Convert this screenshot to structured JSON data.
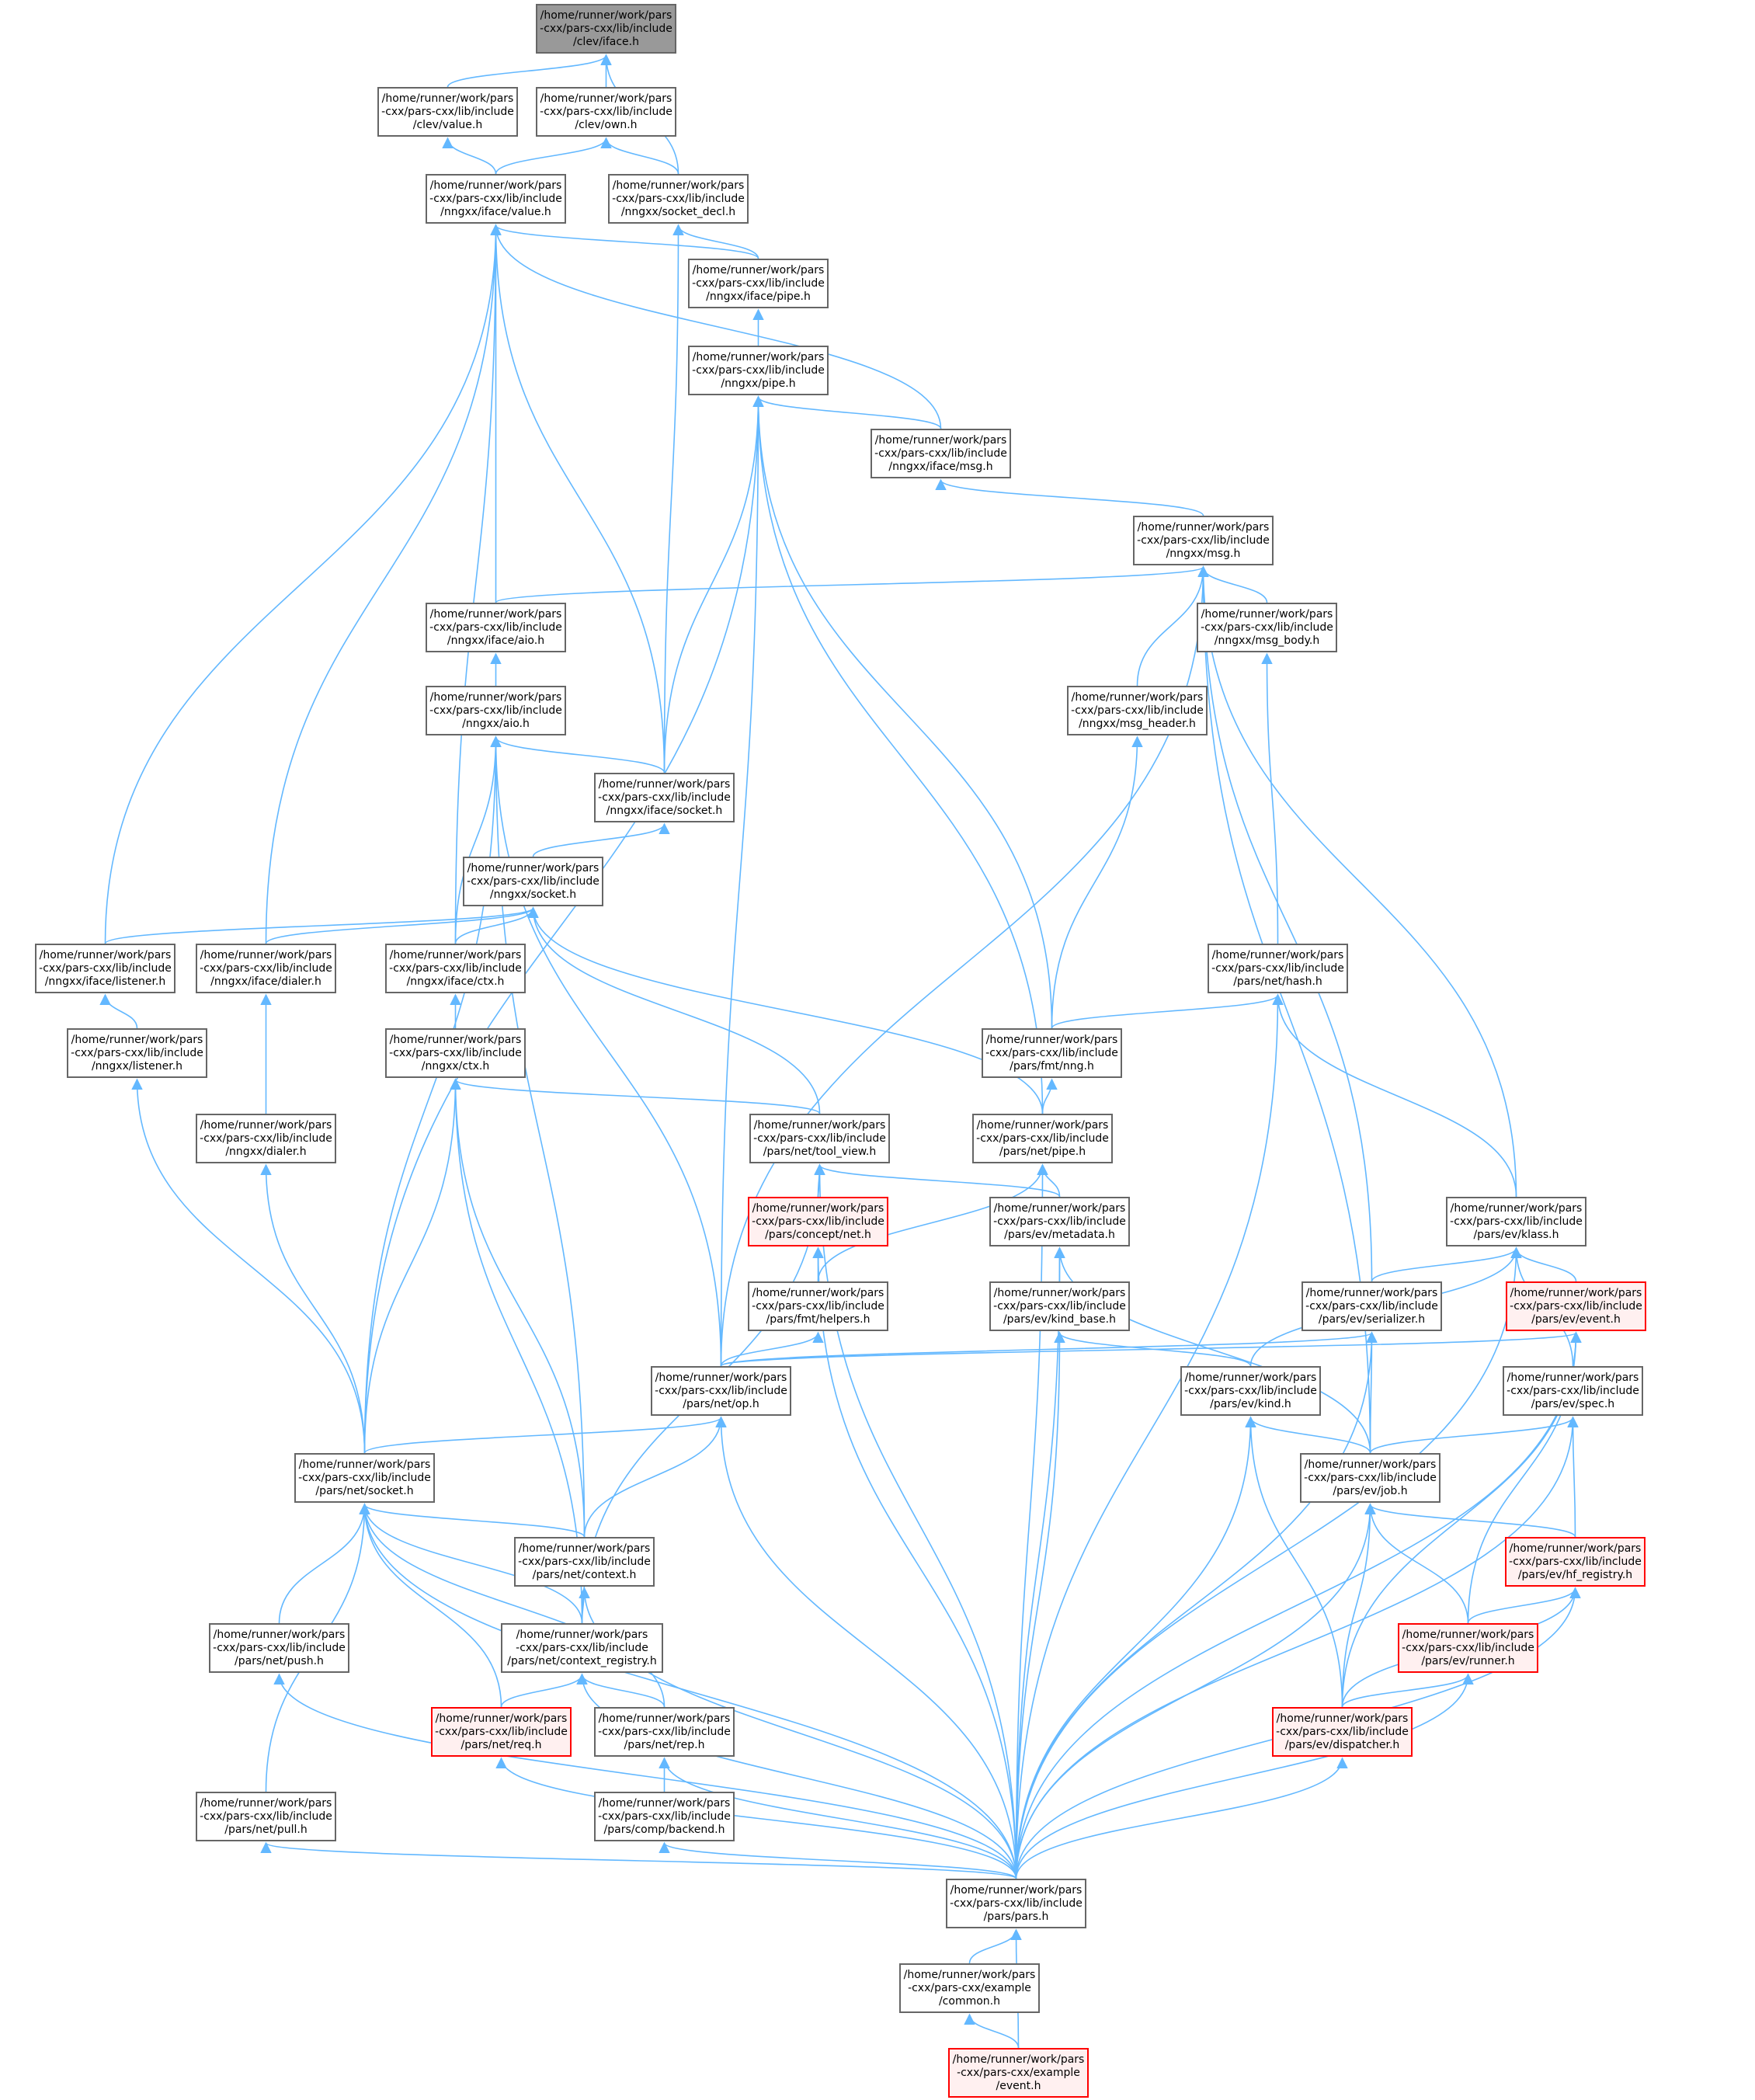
{
  "title": "Include dependency graph (included by)",
  "colors": {
    "edge": "#63b8ff",
    "node_border": "#666666",
    "root_fill": "#999999",
    "red_border": "#ff0000",
    "red_fill": "#fff0f0"
  },
  "nodes": [
    {
      "id": "clev_iface",
      "label": "/home/runner/work/pars\n-cxx/pars-cxx/lib/include\n/clev/iface.h",
      "style": "root"
    },
    {
      "id": "clev_value",
      "label": "/home/runner/work/pars\n-cxx/pars-cxx/lib/include\n/clev/value.h",
      "style": "normal"
    },
    {
      "id": "clev_own",
      "label": "/home/runner/work/pars\n-cxx/pars-cxx/lib/include\n/clev/own.h",
      "style": "normal"
    },
    {
      "id": "nngxx_iface_value",
      "label": "/home/runner/work/pars\n-cxx/pars-cxx/lib/include\n/nngxx/iface/value.h",
      "style": "normal"
    },
    {
      "id": "nngxx_socket_decl",
      "label": "/home/runner/work/pars\n-cxx/pars-cxx/lib/include\n/nngxx/socket_decl.h",
      "style": "normal"
    },
    {
      "id": "nngxx_iface_pipe",
      "label": "/home/runner/work/pars\n-cxx/pars-cxx/lib/include\n/nngxx/iface/pipe.h",
      "style": "normal"
    },
    {
      "id": "nngxx_pipe",
      "label": "/home/runner/work/pars\n-cxx/pars-cxx/lib/include\n/nngxx/pipe.h",
      "style": "normal"
    },
    {
      "id": "nngxx_iface_msg",
      "label": "/home/runner/work/pars\n-cxx/pars-cxx/lib/include\n/nngxx/iface/msg.h",
      "style": "normal"
    },
    {
      "id": "nngxx_msg",
      "label": "/home/runner/work/pars\n-cxx/pars-cxx/lib/include\n/nngxx/msg.h",
      "style": "normal"
    },
    {
      "id": "nngxx_iface_aio",
      "label": "/home/runner/work/pars\n-cxx/pars-cxx/lib/include\n/nngxx/iface/aio.h",
      "style": "normal"
    },
    {
      "id": "nngxx_msg_body",
      "label": "/home/runner/work/pars\n-cxx/pars-cxx/lib/include\n/nngxx/msg_body.h",
      "style": "normal"
    },
    {
      "id": "nngxx_aio",
      "label": "/home/runner/work/pars\n-cxx/pars-cxx/lib/include\n/nngxx/aio.h",
      "style": "normal"
    },
    {
      "id": "nngxx_msg_header",
      "label": "/home/runner/work/pars\n-cxx/pars-cxx/lib/include\n/nngxx/msg_header.h",
      "style": "normal"
    },
    {
      "id": "nngxx_iface_socket",
      "label": "/home/runner/work/pars\n-cxx/pars-cxx/lib/include\n/nngxx/iface/socket.h",
      "style": "normal"
    },
    {
      "id": "nngxx_socket",
      "label": "/home/runner/work/pars\n-cxx/pars-cxx/lib/include\n/nngxx/socket.h",
      "style": "normal"
    },
    {
      "id": "nngxx_iface_listener",
      "label": "/home/runner/work/pars\n-cxx/pars-cxx/lib/include\n/nngxx/iface/listener.h",
      "style": "normal"
    },
    {
      "id": "nngxx_iface_dialer",
      "label": "/home/runner/work/pars\n-cxx/pars-cxx/lib/include\n/nngxx/iface/dialer.h",
      "style": "normal"
    },
    {
      "id": "nngxx_iface_ctx",
      "label": "/home/runner/work/pars\n-cxx/pars-cxx/lib/include\n/nngxx/iface/ctx.h",
      "style": "normal"
    },
    {
      "id": "pars_net_hash",
      "label": "/home/runner/work/pars\n-cxx/pars-cxx/lib/include\n/pars/net/hash.h",
      "style": "normal"
    },
    {
      "id": "nngxx_listener",
      "label": "/home/runner/work/pars\n-cxx/pars-cxx/lib/include\n/nngxx/listener.h",
      "style": "normal"
    },
    {
      "id": "nngxx_ctx",
      "label": "/home/runner/work/pars\n-cxx/pars-cxx/lib/include\n/nngxx/ctx.h",
      "style": "normal"
    },
    {
      "id": "pars_fmt_nng",
      "label": "/home/runner/work/pars\n-cxx/pars-cxx/lib/include\n/pars/fmt/nng.h",
      "style": "normal"
    },
    {
      "id": "nngxx_dialer",
      "label": "/home/runner/work/pars\n-cxx/pars-cxx/lib/include\n/nngxx/dialer.h",
      "style": "normal"
    },
    {
      "id": "pars_net_tool_view",
      "label": "/home/runner/work/pars\n-cxx/pars-cxx/lib/include\n/pars/net/tool_view.h",
      "style": "normal"
    },
    {
      "id": "pars_net_pipe",
      "label": "/home/runner/work/pars\n-cxx/pars-cxx/lib/include\n/pars/net/pipe.h",
      "style": "normal"
    },
    {
      "id": "pars_concept_net",
      "label": "/home/runner/work/pars\n-cxx/pars-cxx/lib/include\n/pars/concept/net.h",
      "style": "red"
    },
    {
      "id": "pars_ev_metadata",
      "label": "/home/runner/work/pars\n-cxx/pars-cxx/lib/include\n/pars/ev/metadata.h",
      "style": "normal"
    },
    {
      "id": "pars_ev_klass",
      "label": "/home/runner/work/pars\n-cxx/pars-cxx/lib/include\n/pars/ev/klass.h",
      "style": "normal"
    },
    {
      "id": "pars_fmt_helpers",
      "label": "/home/runner/work/pars\n-cxx/pars-cxx/lib/include\n/pars/fmt/helpers.h",
      "style": "normal"
    },
    {
      "id": "pars_ev_kind_base",
      "label": "/home/runner/work/pars\n-cxx/pars-cxx/lib/include\n/pars/ev/kind_base.h",
      "style": "normal"
    },
    {
      "id": "pars_ev_serializer",
      "label": "/home/runner/work/pars\n-cxx/pars-cxx/lib/include\n/pars/ev/serializer.h",
      "style": "normal"
    },
    {
      "id": "pars_ev_event",
      "label": "/home/runner/work/pars\n-cxx/pars-cxx/lib/include\n/pars/ev/event.h",
      "style": "red"
    },
    {
      "id": "pars_net_op",
      "label": "/home/runner/work/pars\n-cxx/pars-cxx/lib/include\n/pars/net/op.h",
      "style": "normal"
    },
    {
      "id": "pars_ev_kind",
      "label": "/home/runner/work/pars\n-cxx/pars-cxx/lib/include\n/pars/ev/kind.h",
      "style": "normal"
    },
    {
      "id": "pars_ev_spec",
      "label": "/home/runner/work/pars\n-cxx/pars-cxx/lib/include\n/pars/ev/spec.h",
      "style": "normal"
    },
    {
      "id": "pars_net_socket",
      "label": "/home/runner/work/pars\n-cxx/pars-cxx/lib/include\n/pars/net/socket.h",
      "style": "normal"
    },
    {
      "id": "pars_ev_job",
      "label": "/home/runner/work/pars\n-cxx/pars-cxx/lib/include\n/pars/ev/job.h",
      "style": "normal"
    },
    {
      "id": "pars_net_context",
      "label": "/home/runner/work/pars\n-cxx/pars-cxx/lib/include\n/pars/net/context.h",
      "style": "normal"
    },
    {
      "id": "pars_ev_hf_registry",
      "label": "/home/runner/work/pars\n-cxx/pars-cxx/lib/include\n/pars/ev/hf_registry.h",
      "style": "red"
    },
    {
      "id": "pars_net_push",
      "label": "/home/runner/work/pars\n-cxx/pars-cxx/lib/include\n/pars/net/push.h",
      "style": "normal"
    },
    {
      "id": "pars_net_context_registry",
      "label": "/home/runner/work/pars\n-cxx/pars-cxx/lib/include\n/pars/net/context_registry.h",
      "style": "wide"
    },
    {
      "id": "pars_ev_runner",
      "label": "/home/runner/work/pars\n-cxx/pars-cxx/lib/include\n/pars/ev/runner.h",
      "style": "red"
    },
    {
      "id": "pars_net_req",
      "label": "/home/runner/work/pars\n-cxx/pars-cxx/lib/include\n/pars/net/req.h",
      "style": "red"
    },
    {
      "id": "pars_net_rep",
      "label": "/home/runner/work/pars\n-cxx/pars-cxx/lib/include\n/pars/net/rep.h",
      "style": "normal"
    },
    {
      "id": "pars_ev_dispatcher",
      "label": "/home/runner/work/pars\n-cxx/pars-cxx/lib/include\n/pars/ev/dispatcher.h",
      "style": "red"
    },
    {
      "id": "pars_net_pull",
      "label": "/home/runner/work/pars\n-cxx/pars-cxx/lib/include\n/pars/net/pull.h",
      "style": "normal"
    },
    {
      "id": "pars_comp_backend",
      "label": "/home/runner/work/pars\n-cxx/pars-cxx/lib/include\n/pars/comp/backend.h",
      "style": "normal"
    },
    {
      "id": "pars_pars",
      "label": "/home/runner/work/pars\n-cxx/pars-cxx/lib/include\n/pars/pars.h",
      "style": "normal"
    },
    {
      "id": "example_common",
      "label": "/home/runner/work/pars\n-cxx/pars-cxx/example\n/common.h",
      "style": "normal"
    },
    {
      "id": "example_event",
      "label": "/home/runner/work/pars\n-cxx/pars-cxx/example\n/event.h",
      "style": "red"
    }
  ],
  "edges": [
    [
      "clev_value",
      "clev_iface"
    ],
    [
      "clev_own",
      "clev_iface"
    ],
    [
      "nngxx_socket_decl",
      "clev_iface"
    ],
    [
      "nngxx_iface_value",
      "clev_value"
    ],
    [
      "nngxx_iface_value",
      "clev_own"
    ],
    [
      "nngxx_socket_decl",
      "clev_own"
    ],
    [
      "nngxx_iface_pipe",
      "nngxx_iface_value"
    ],
    [
      "nngxx_iface_pipe",
      "nngxx_socket_decl"
    ],
    [
      "nngxx_iface_msg",
      "nngxx_iface_value"
    ],
    [
      "nngxx_iface_aio",
      "nngxx_iface_value"
    ],
    [
      "nngxx_iface_socket",
      "nngxx_iface_value"
    ],
    [
      "nngxx_iface_socket",
      "nngxx_socket_decl"
    ],
    [
      "nngxx_iface_listener",
      "nngxx_iface_value"
    ],
    [
      "nngxx_iface_dialer",
      "nngxx_iface_value"
    ],
    [
      "nngxx_iface_ctx",
      "nngxx_iface_value"
    ],
    [
      "nngxx_pipe",
      "nngxx_iface_pipe"
    ],
    [
      "nngxx_iface_msg",
      "nngxx_pipe"
    ],
    [
      "nngxx_msg",
      "nngxx_iface_msg"
    ],
    [
      "nngxx_iface_aio",
      "nngxx_msg"
    ],
    [
      "nngxx_msg_body",
      "nngxx_msg"
    ],
    [
      "nngxx_msg_header",
      "nngxx_msg"
    ],
    [
      "pars_ev_klass",
      "nngxx_msg"
    ],
    [
      "pars_ev_serializer",
      "nngxx_msg"
    ],
    [
      "pars_ev_job",
      "nngxx_msg"
    ],
    [
      "pars_net_op",
      "nngxx_msg"
    ],
    [
      "nngxx_aio",
      "nngxx_iface_aio"
    ],
    [
      "nngxx_iface_socket",
      "nngxx_aio"
    ],
    [
      "nngxx_iface_ctx",
      "nngxx_aio"
    ],
    [
      "pars_net_socket",
      "nngxx_aio"
    ],
    [
      "pars_net_context",
      "nngxx_aio"
    ],
    [
      "pars_net_op",
      "nngxx_aio"
    ],
    [
      "nngxx_iface_socket",
      "nngxx_pipe"
    ],
    [
      "pars_net_socket",
      "nngxx_pipe"
    ],
    [
      "pars_net_op",
      "nngxx_pipe"
    ],
    [
      "pars_fmt_nng",
      "nngxx_pipe"
    ],
    [
      "pars_net_pipe",
      "nngxx_pipe"
    ],
    [
      "nngxx_socket",
      "nngxx_iface_socket"
    ],
    [
      "nngxx_iface_listener",
      "nngxx_socket"
    ],
    [
      "nngxx_iface_dialer",
      "nngxx_socket"
    ],
    [
      "nngxx_iface_ctx",
      "nngxx_socket"
    ],
    [
      "pars_net_tool_view",
      "nngxx_socket"
    ],
    [
      "pars_net_pipe",
      "nngxx_socket"
    ],
    [
      "nngxx_listener",
      "nngxx_iface_listener"
    ],
    [
      "nngxx_dialer",
      "nngxx_iface_dialer"
    ],
    [
      "nngxx_ctx",
      "nngxx_iface_ctx"
    ],
    [
      "pars_net_hash",
      "nngxx_msg_body"
    ],
    [
      "pars_fmt_nng",
      "nngxx_msg_header"
    ],
    [
      "pars_fmt_nng",
      "pars_net_hash"
    ],
    [
      "pars_ev_klass",
      "pars_net_hash"
    ],
    [
      "pars_pars",
      "pars_net_hash"
    ],
    [
      "pars_net_pipe",
      "pars_fmt_nng"
    ],
    [
      "pars_net_socket",
      "nngxx_listener"
    ],
    [
      "pars_net_socket",
      "nngxx_dialer"
    ],
    [
      "pars_net_socket",
      "nngxx_ctx"
    ],
    [
      "pars_net_context",
      "nngxx_ctx"
    ],
    [
      "pars_net_context_registry",
      "nngxx_ctx"
    ],
    [
      "pars_net_tool_view",
      "nngxx_ctx"
    ],
    [
      "pars_concept_net",
      "pars_net_tool_view"
    ],
    [
      "pars_ev_metadata",
      "pars_net_tool_view"
    ],
    [
      "pars_net_context_registry",
      "pars_net_tool_view"
    ],
    [
      "pars_pars",
      "pars_net_tool_view"
    ],
    [
      "pars_ev_metadata",
      "pars_net_pipe"
    ],
    [
      "pars_fmt_helpers",
      "pars_net_pipe"
    ],
    [
      "pars_pars",
      "pars_net_pipe"
    ],
    [
      "pars_fmt_helpers",
      "pars_concept_net"
    ],
    [
      "pars_pars",
      "pars_concept_net"
    ],
    [
      "pars_ev_kind_base",
      "pars_ev_metadata"
    ],
    [
      "pars_ev_job",
      "pars_ev_metadata"
    ],
    [
      "pars_pars",
      "pars_ev_metadata"
    ],
    [
      "pars_ev_serializer",
      "pars_ev_klass"
    ],
    [
      "pars_ev_event",
      "pars_ev_klass"
    ],
    [
      "pars_ev_kind",
      "pars_ev_klass"
    ],
    [
      "pars_ev_spec",
      "pars_ev_klass"
    ],
    [
      "pars_pars",
      "pars_ev_klass"
    ],
    [
      "pars_net_op",
      "pars_fmt_helpers"
    ],
    [
      "pars_ev_kind",
      "pars_ev_kind_base"
    ],
    [
      "pars_pars",
      "pars_ev_kind_base"
    ],
    [
      "pars_net_op",
      "pars_ev_serializer"
    ],
    [
      "pars_ev_job",
      "pars_ev_serializer"
    ],
    [
      "pars_pars",
      "pars_ev_serializer"
    ],
    [
      "pars_net_op",
      "pars_ev_event"
    ],
    [
      "pars_ev_runner",
      "pars_ev_event"
    ],
    [
      "pars_ev_dispatcher",
      "pars_ev_event"
    ],
    [
      "pars_pars",
      "pars_ev_event"
    ],
    [
      "pars_net_socket",
      "pars_net_op"
    ],
    [
      "pars_net_context",
      "pars_net_op"
    ],
    [
      "pars_pars",
      "pars_net_op"
    ],
    [
      "pars_ev_job",
      "pars_ev_kind"
    ],
    [
      "pars_ev_dispatcher",
      "pars_ev_kind"
    ],
    [
      "pars_pars",
      "pars_ev_kind"
    ],
    [
      "pars_ev_job",
      "pars_ev_spec"
    ],
    [
      "pars_ev_hf_registry",
      "pars_ev_spec"
    ],
    [
      "pars_pars",
      "pars_ev_spec"
    ],
    [
      "pars_net_context",
      "pars_net_socket"
    ],
    [
      "pars_net_push",
      "pars_net_socket"
    ],
    [
      "pars_net_context_registry",
      "pars_net_socket"
    ],
    [
      "pars_net_req",
      "pars_net_socket"
    ],
    [
      "pars_net_rep",
      "pars_net_socket"
    ],
    [
      "pars_net_pull",
      "pars_net_socket"
    ],
    [
      "pars_pars",
      "pars_net_socket"
    ],
    [
      "pars_ev_hf_registry",
      "pars_ev_job"
    ],
    [
      "pars_ev_runner",
      "pars_ev_job"
    ],
    [
      "pars_ev_dispatcher",
      "pars_ev_job"
    ],
    [
      "pars_pars",
      "pars_ev_job"
    ],
    [
      "pars_net_context_registry",
      "pars_net_context"
    ],
    [
      "pars_pars",
      "pars_net_context"
    ],
    [
      "pars_ev_runner",
      "pars_ev_hf_registry"
    ],
    [
      "pars_ev_dispatcher",
      "pars_ev_hf_registry"
    ],
    [
      "pars_pars",
      "pars_ev_hf_registry"
    ],
    [
      "pars_pars",
      "pars_net_push"
    ],
    [
      "pars_net_req",
      "pars_net_context_registry"
    ],
    [
      "pars_net_rep",
      "pars_net_context_registry"
    ],
    [
      "pars_pars",
      "pars_net_context_registry"
    ],
    [
      "pars_ev_dispatcher",
      "pars_ev_runner"
    ],
    [
      "pars_pars",
      "pars_ev_runner"
    ],
    [
      "pars_pars",
      "pars_net_req"
    ],
    [
      "pars_comp_backend",
      "pars_net_rep"
    ],
    [
      "pars_pars",
      "pars_net_rep"
    ],
    [
      "pars_pars",
      "pars_ev_dispatcher"
    ],
    [
      "pars_pars",
      "pars_net_pull"
    ],
    [
      "pars_pars",
      "pars_comp_backend"
    ],
    [
      "example_common",
      "pars_pars"
    ],
    [
      "example_event",
      "pars_pars"
    ],
    [
      "example_event",
      "example_common"
    ]
  ]
}
